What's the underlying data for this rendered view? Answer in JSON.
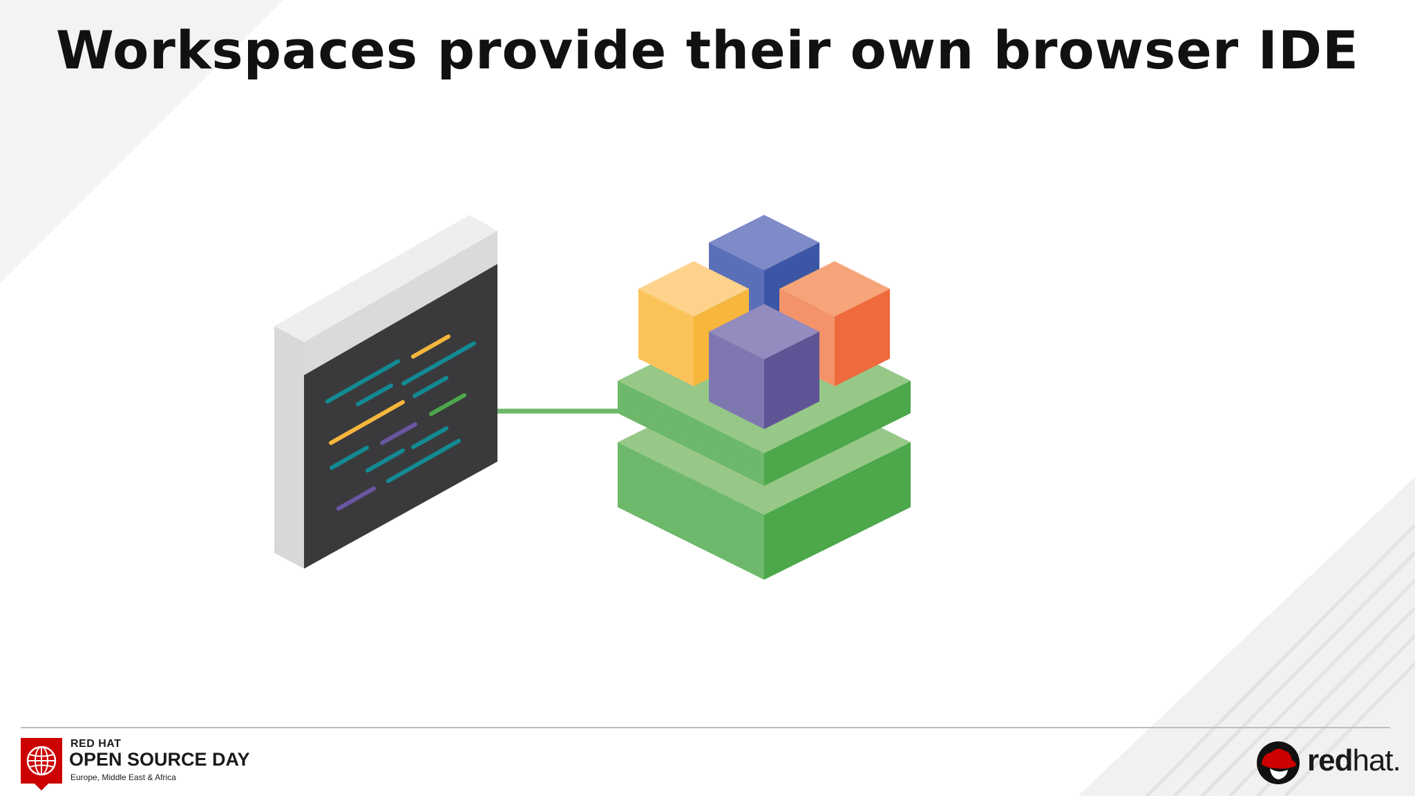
{
  "slide": {
    "title": "Workspaces provide their own browser IDE"
  },
  "footer": {
    "event_line1": "RED HAT",
    "event_line2": "OPEN SOURCE DAY",
    "event_line3": "Europe, Middle East & Africa",
    "brand_bold": "red",
    "brand_light": "hat."
  },
  "colors": {
    "accent_red": "#cc0000",
    "editor_bg": "#3a3a3c",
    "layer_green": "#6db86a",
    "cube_blue": "#5b6fb8",
    "cube_yellow": "#fcc35a",
    "cube_orange": "#f27f50",
    "cube_purple": "#7f77b0"
  },
  "icons": {
    "editor": "code-editor-icon",
    "stack": "container-stack-icon",
    "event_badge": "globe-icon",
    "brand": "shadowman-icon"
  }
}
